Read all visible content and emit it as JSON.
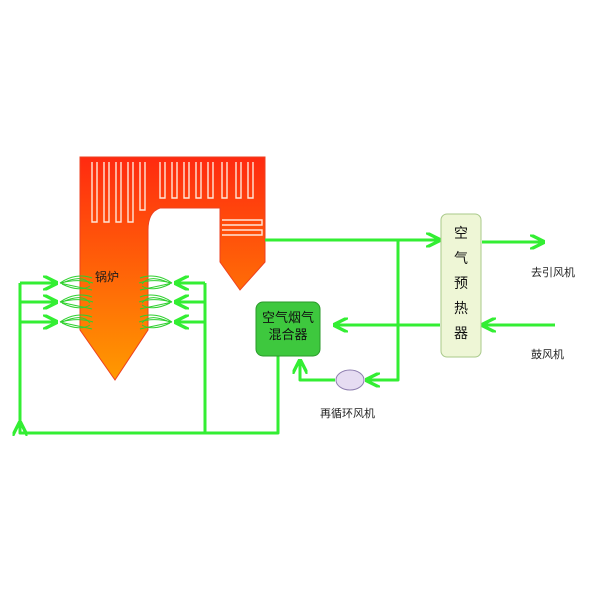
{
  "boiler": {
    "label": "锅炉",
    "color_top": "#ff2a10",
    "color_bottom": "#ff9a00"
  },
  "mixer": {
    "label_line1": "空气烟气",
    "label_line2": "混合器",
    "fill": "#3ec83e"
  },
  "preheater": {
    "label_chars": [
      "空",
      "气",
      "预",
      "热",
      "器"
    ],
    "fill": "#eef6d6"
  },
  "outputs": {
    "induced_fan": "去引风机",
    "blower": "鼓风机",
    "recirc_fan": "再循环风机"
  },
  "colors": {
    "flow": "#33ee33",
    "burner": "#2fd02f",
    "fan_fill": "#e6dcf2"
  }
}
